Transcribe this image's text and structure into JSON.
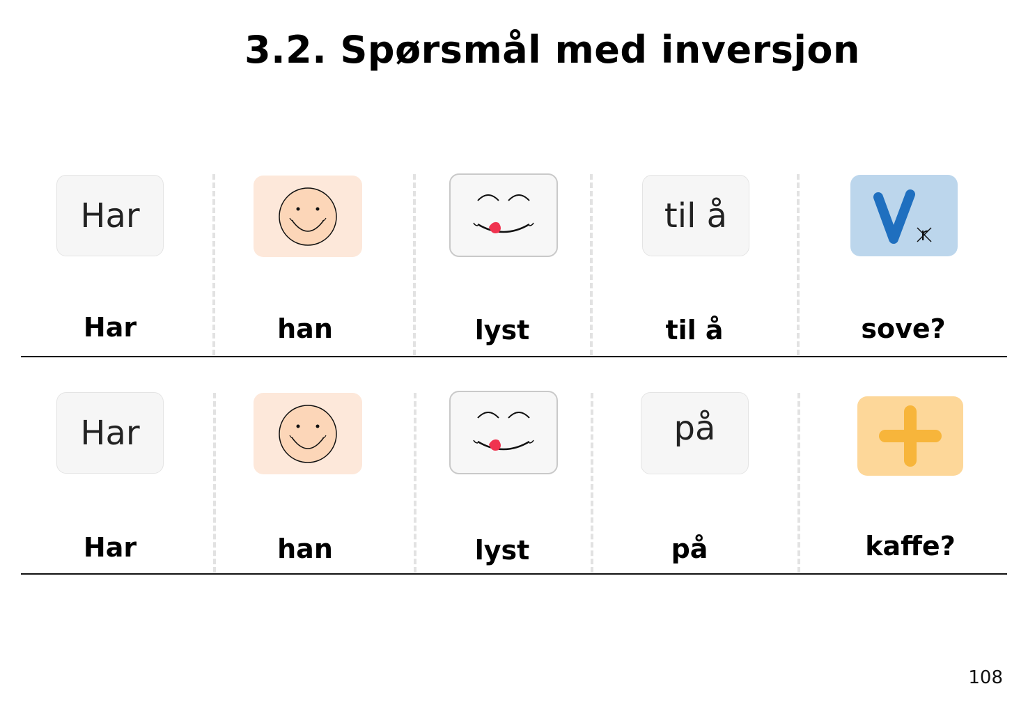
{
  "title": "3.2. Spørsmål med inversjon",
  "rows": [
    {
      "cards": [
        {
          "type": "text",
          "text": "Har"
        },
        {
          "type": "icon",
          "icon": "smiley-face-icon"
        },
        {
          "type": "icon",
          "icon": "yummy-face-icon"
        },
        {
          "type": "text",
          "text": "til å"
        },
        {
          "type": "icon",
          "icon": "verb-v-icon",
          "mark": "r"
        }
      ],
      "words": [
        "Har",
        "han",
        "lyst",
        "til å",
        "sove?"
      ]
    },
    {
      "cards": [
        {
          "type": "text",
          "text": "Har"
        },
        {
          "type": "icon",
          "icon": "smiley-face-icon"
        },
        {
          "type": "icon",
          "icon": "yummy-face-icon"
        },
        {
          "type": "text",
          "text": "på"
        },
        {
          "type": "icon",
          "icon": "plus-icon"
        }
      ],
      "words": [
        "Har",
        "han",
        "lyst",
        "på",
        "kaffe?"
      ]
    }
  ],
  "page_number": "108",
  "colors": {
    "peach": "#fde8da",
    "blue_card": "#bcd6ec",
    "v_blue": "#1f6fbf",
    "orange_card": "#fdd799",
    "plus_orange": "#f7b53b",
    "tongue": "#f0334f"
  }
}
